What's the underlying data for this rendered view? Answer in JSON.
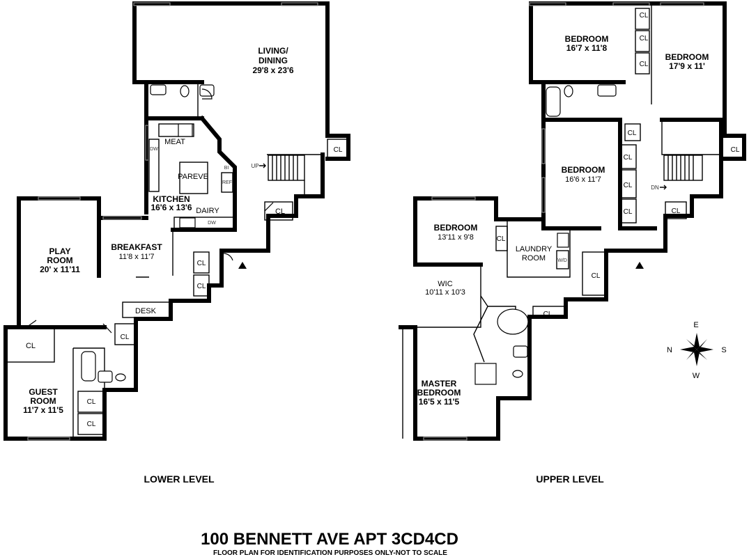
{
  "title": "100 BENNETT AVE APT 3CD4CD",
  "disclaimer": "FLOOR PLAN FOR IDENTIFICATION PURPOSES ONLY-NOT TO SCALE",
  "lower_level": {
    "label": "LOWER LEVEL",
    "rooms": {
      "living": {
        "name": "LIVING/",
        "name2": "DINING",
        "dims": "29'8 x 23'6"
      },
      "kitchen": {
        "name": "KITCHEN",
        "dims": "16'6 x 13'6",
        "meat": "MEAT",
        "pareve": "PAREVE",
        "dairy": "DAIRY"
      },
      "breakfast": {
        "name": "BREAKFAST",
        "dims": "11'8 x 11'7"
      },
      "play": {
        "name": "PLAY",
        "name2": "ROOM",
        "dims": "20' x 11'11"
      },
      "guest": {
        "name": "GUEST",
        "name2": "ROOM",
        "dims": "11'7 x 11'5"
      },
      "desk": "DESK",
      "closet": "CL",
      "up": "UP"
    },
    "appliances": {
      "dw": "DW",
      "bi": "BI",
      "ref": "REF"
    }
  },
  "upper_level": {
    "label": "UPPER LEVEL",
    "rooms": {
      "bed1": {
        "name": "BEDROOM",
        "dims": "16'7 x 11'8"
      },
      "bed2": {
        "name": "BEDROOM",
        "dims": "17'9 x 11'"
      },
      "bed3": {
        "name": "BEDROOM",
        "dims": "16'6 x 11'7"
      },
      "bed4": {
        "name": "BEDROOM",
        "dims": "13'11 x 9'8"
      },
      "laundry": {
        "name": "LAUNDRY",
        "name2": "ROOM"
      },
      "wic": {
        "name": "WIC",
        "dims": "10'11 x 10'3"
      },
      "master": {
        "name": "MASTER",
        "name2": "BEDROOM",
        "dims": "16'5 x 11'5"
      },
      "closet": "CL",
      "dn": "DN"
    },
    "appliances": {
      "wd": "W/D"
    }
  },
  "compass": {
    "n": "N",
    "e": "E",
    "s": "S",
    "w": "W"
  }
}
